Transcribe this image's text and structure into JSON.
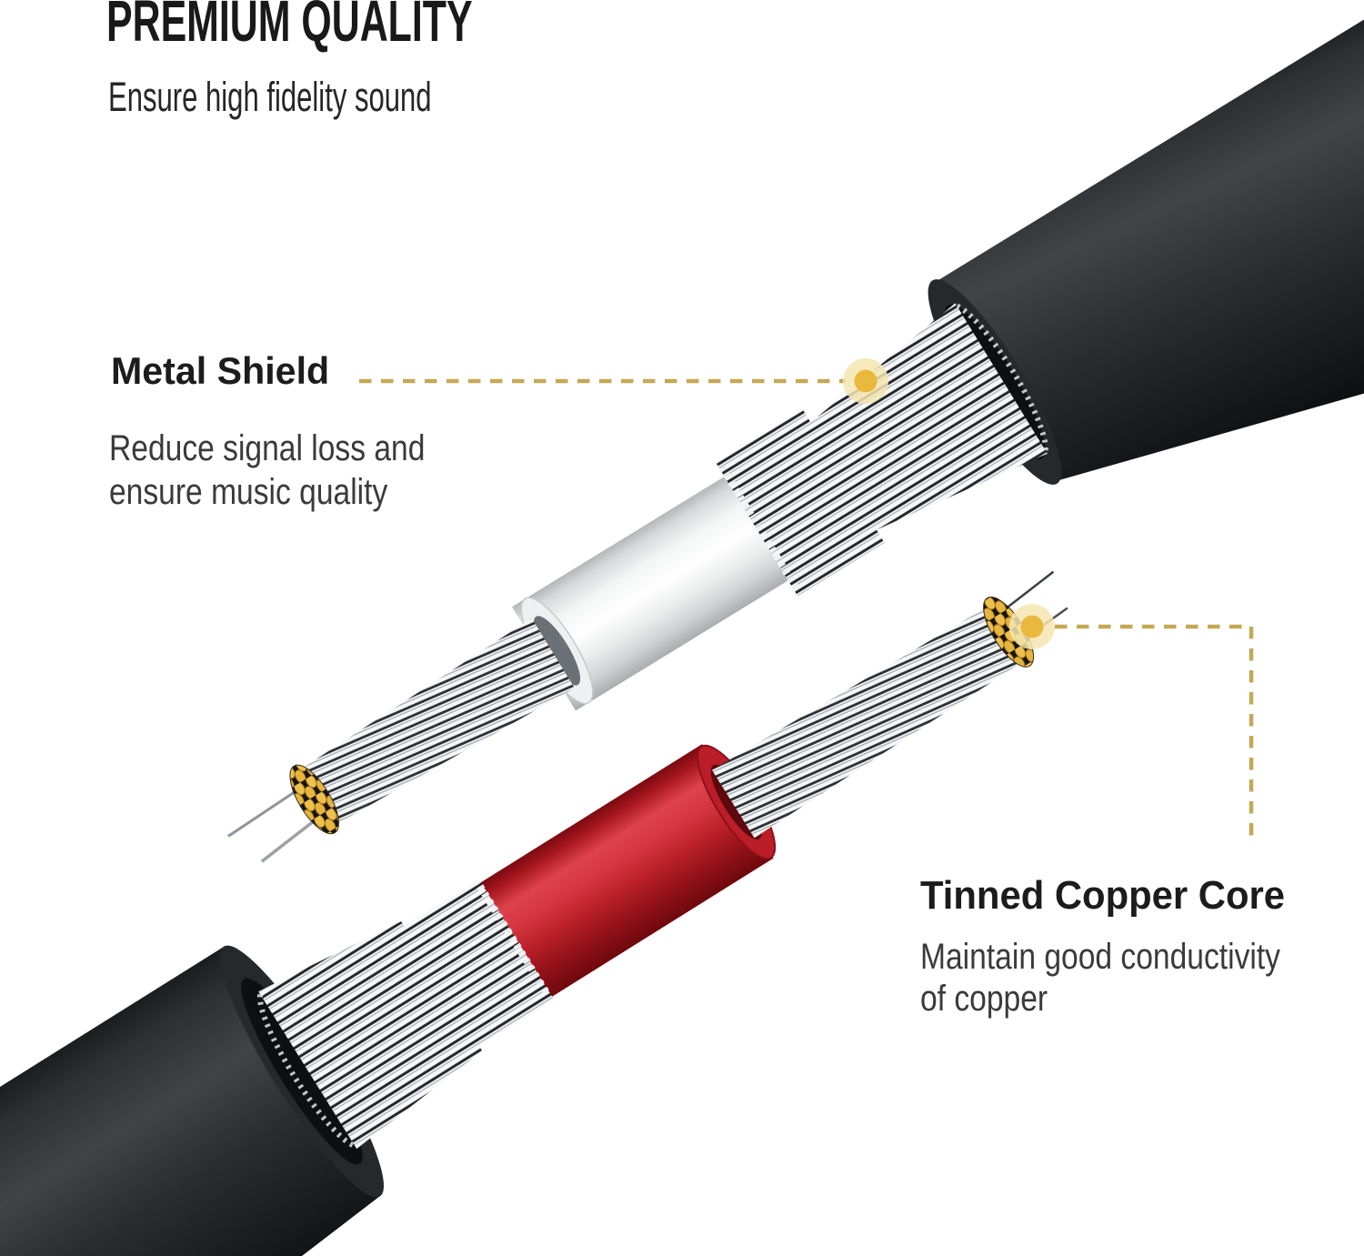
{
  "header": {
    "title": "PREMIUM QUALITY",
    "subtitle": "Ensure high fidelity sound"
  },
  "callouts": {
    "metal_shield": {
      "label": "Metal Shield",
      "description": "Reduce signal loss and\nensure music quality"
    },
    "tinned_copper_core": {
      "label": "Tinned Copper Core",
      "description": "Maintain good conductivity\nof copper"
    }
  },
  "illustration": {
    "parts": [
      "black-outer-jacket-top-right",
      "metal-shield-strands",
      "white-inner-insulation",
      "tinned-conductor-bundle",
      "copper-core-tip",
      "black-outer-jacket-bottom-left",
      "red-inner-insulation"
    ],
    "colors": {
      "accent_gold_dot": "#e9b93d",
      "connector_line": "#c4a955",
      "halo": "#f4e6b2",
      "jacket_black": "#1c1d20",
      "insulation_white": "#f4f5f5",
      "insulation_red": "#c8232c",
      "strand_silver": "#f7f8f9",
      "copper_gold": "#eec14e"
    }
  }
}
